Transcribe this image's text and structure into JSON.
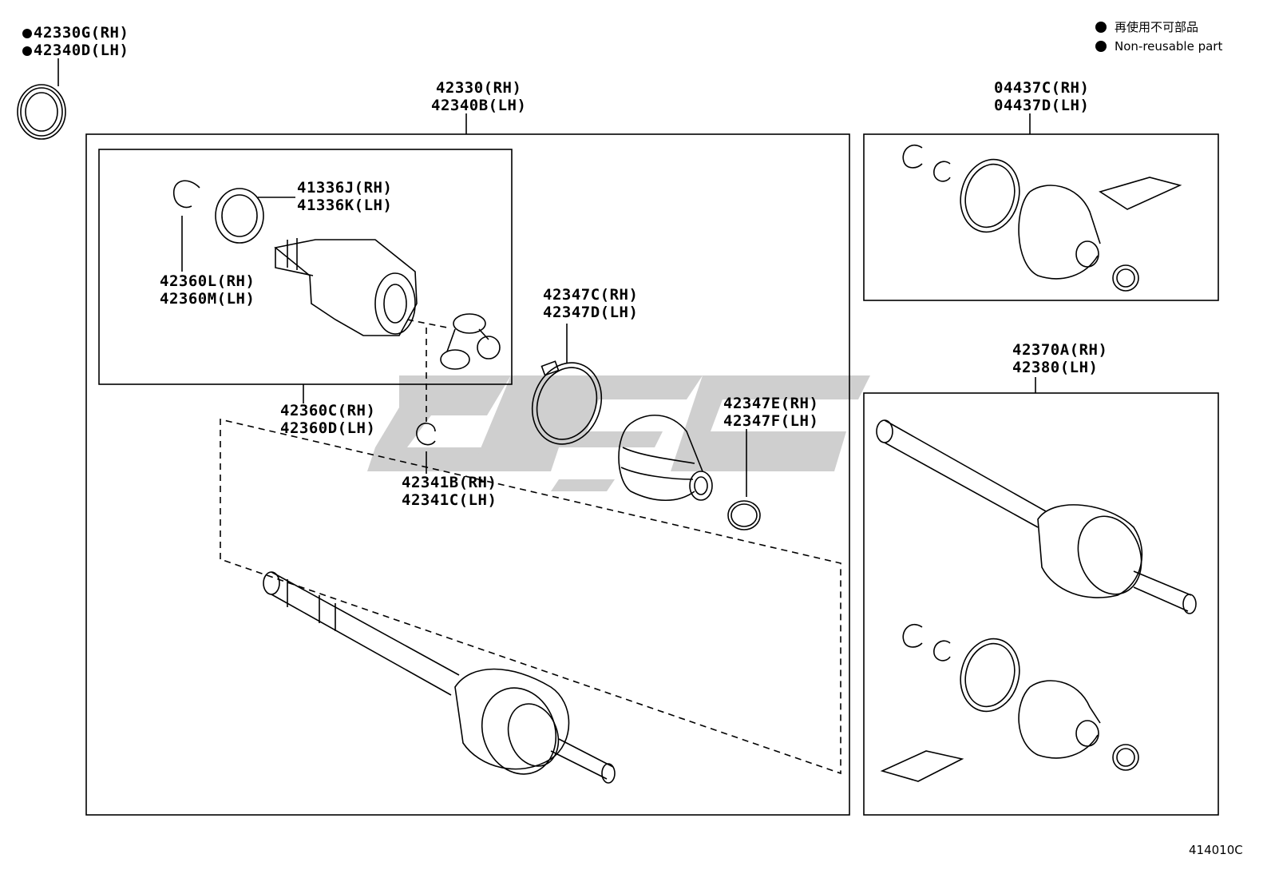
{
  "legend": {
    "line1": "再使用不可部品",
    "line2": "Non-reusable part"
  },
  "illustration_number": "414010C",
  "watermark": "CIGC",
  "parts": {
    "seal_outer": {
      "rh": "42330G(RH)",
      "lh": "42340D(LH)",
      "non_reusable": true
    },
    "shaft_assy": {
      "rh": "42330(RH)",
      "lh": "42340B(LH)"
    },
    "boot_kit_outer": {
      "rh": "04437C(RH)",
      "lh": "04437D(LH)"
    },
    "seal_inner": {
      "rh": "41336J(RH)",
      "lh": "41336K(LH)"
    },
    "snap_ring": {
      "rh": "42360L(RH)",
      "lh": "42360M(LH)"
    },
    "inboard_joint": {
      "rh": "42360C(RH)",
      "lh": "42360D(LH)"
    },
    "clip": {
      "rh": "42341B(RH)",
      "lh": "42341C(LH)"
    },
    "boot_clamp_large": {
      "rh": "42347C(RH)",
      "lh": "42347D(LH)"
    },
    "boot_clamp_small": {
      "rh": "42347E(RH)",
      "lh": "42347F(LH)"
    },
    "outboard_joint": {
      "rh": "42370A(RH)",
      "lh": "42380(LH)"
    }
  }
}
